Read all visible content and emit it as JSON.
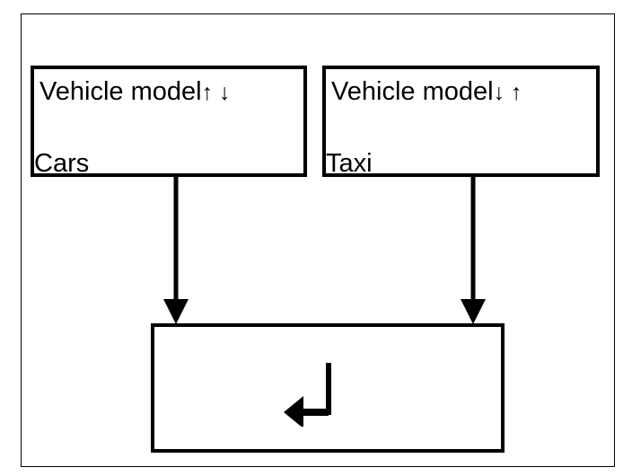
{
  "diagram": {
    "title": "",
    "colors": {
      "stroke": "#000000",
      "background": "#ffffff"
    },
    "frame": {
      "name": "outer-frame"
    },
    "nodes": [
      {
        "id": "cars",
        "title": "Vehicle model ↑ ↓",
        "title_text": "Vehicle model",
        "arrows": "↑ ↓",
        "caption": "Cars"
      },
      {
        "id": "taxi",
        "title": "Vehicle model ↓ ↑",
        "title_text": "Vehicle model",
        "arrows": "↓ ↑",
        "caption": "Taxi"
      },
      {
        "id": "result",
        "title": "",
        "caption": "",
        "symbol": "return-arrow"
      }
    ],
    "connectors": [
      {
        "id": "cars-to-result",
        "from": "cars",
        "to": "result",
        "direction": "down",
        "icon": "down-arrow-icon"
      },
      {
        "id": "taxi-to-result",
        "from": "taxi",
        "to": "result",
        "direction": "down",
        "icon": "down-arrow-icon"
      }
    ],
    "symbols": {
      "return_arrow": "↵"
    }
  }
}
